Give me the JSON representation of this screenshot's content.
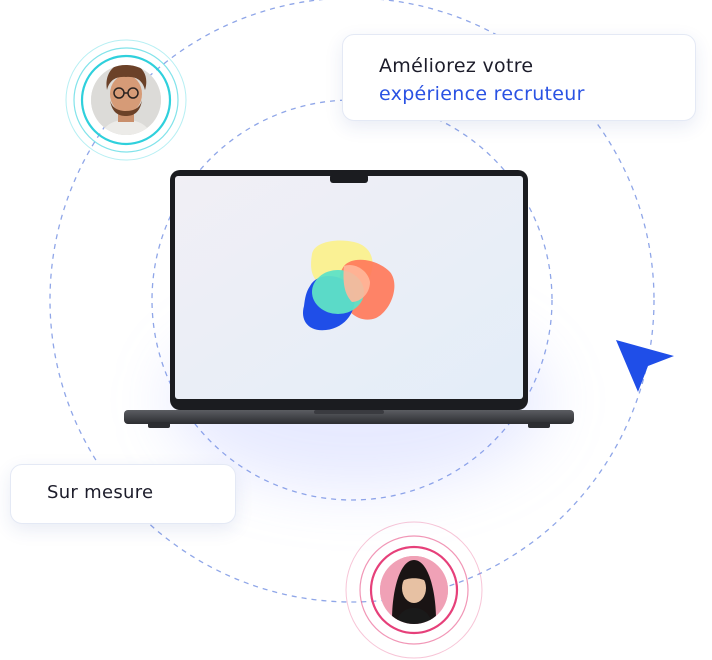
{
  "card_top": {
    "line1": "Améliorez votre",
    "line2": "expérience recruteur"
  },
  "card_left": {
    "label": "Sur mesure"
  },
  "colors": {
    "accent_blue": "#2a52e3",
    "cursor_blue": "#1f4ee8",
    "ring_teal": "#2fd0dc",
    "ring_pink": "#e6407a",
    "orbit_dash": "#8fa6e8"
  },
  "icons": {
    "cursor": "pointer-arrow-icon",
    "logo": "blob-logo-icon"
  }
}
